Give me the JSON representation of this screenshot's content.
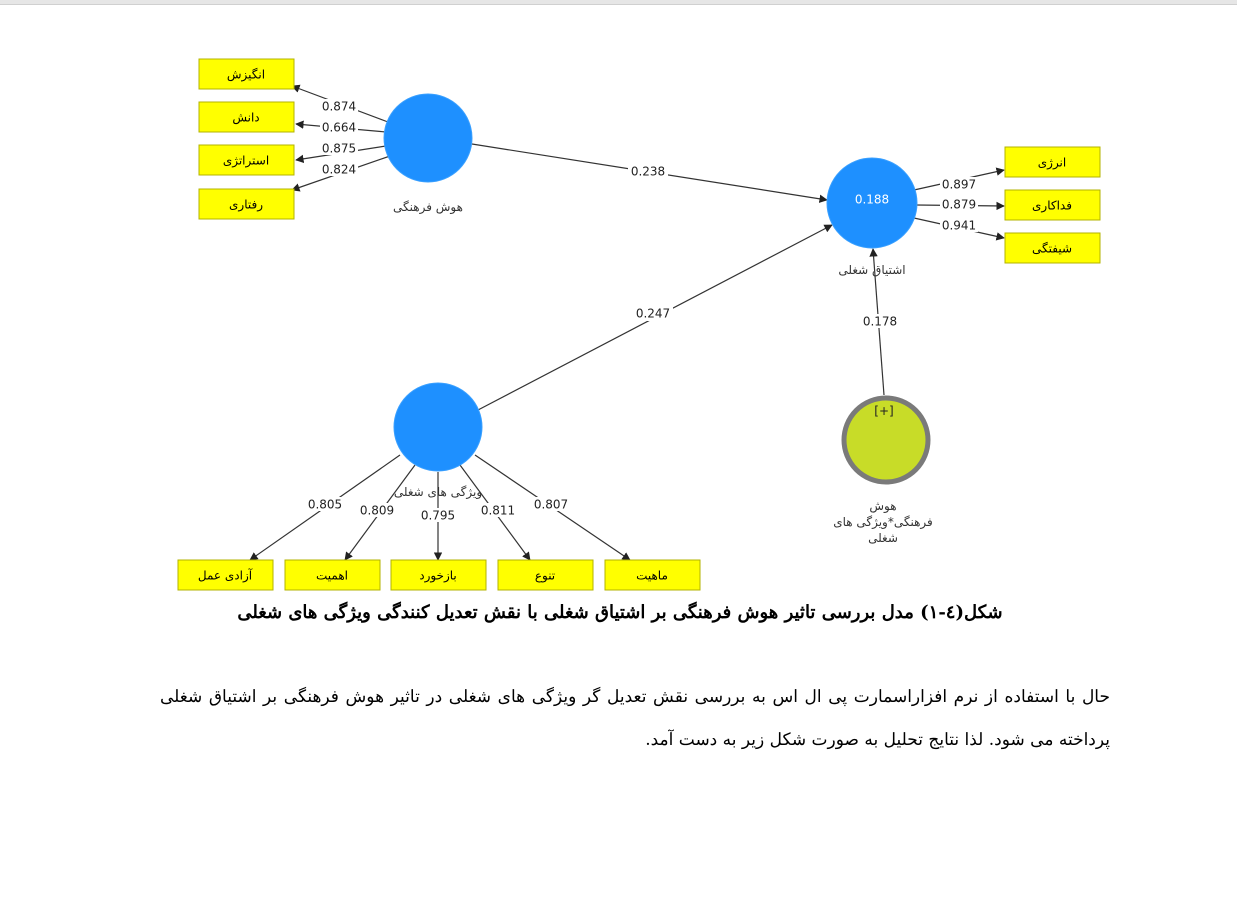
{
  "diagram": {
    "constructs": {
      "cultural_intelligence": {
        "label": "هوش فرهنگی",
        "color": "#1e90ff"
      },
      "work_engagement": {
        "label": "اشتیاق شغلی",
        "r2": "0.188",
        "color": "#1e90ff"
      },
      "job_characteristics": {
        "label": "ویژگی های شغلی",
        "color": "#1e90ff"
      },
      "interaction": {
        "label_lines": [
          "هوش",
          "فرهنگی*ویژگی های",
          "شغلی"
        ],
        "symbol": "[+]",
        "color": "#c8dc28",
        "ring": "#7a7a7a"
      }
    },
    "indicators": {
      "cultural_intelligence": [
        {
          "label": "انگیزش",
          "loading": "0.874"
        },
        {
          "label": "دانش",
          "loading": "0.664"
        },
        {
          "label": "استراتژی",
          "loading": "0.875"
        },
        {
          "label": "رفتاری",
          "loading": "0.824"
        }
      ],
      "work_engagement": [
        {
          "label": "انرژی",
          "loading": "0.897"
        },
        {
          "label": "فداکاری",
          "loading": "0.879"
        },
        {
          "label": "شیفتگی",
          "loading": "0.941"
        }
      ],
      "job_characteristics": [
        {
          "label": "آزادی عمل",
          "loading": "0.805"
        },
        {
          "label": "اهمیت",
          "loading": "0.809"
        },
        {
          "label": "بازخورد",
          "loading": "0.795"
        },
        {
          "label": "تنوع",
          "loading": "0.811"
        },
        {
          "label": "ماهیت",
          "loading": "0.807"
        }
      ]
    },
    "paths": {
      "ci_to_we": "0.238",
      "jc_to_we": "0.247",
      "int_to_we": "0.178"
    },
    "indicator_color": "#ffff00"
  },
  "caption": "شکل(٤-١) مدل بررسی تاثیر هوش فرهنگی بر اشتیاق شغلی با نقش تعدیل کنندگی ویژگی های شغلی",
  "paragraph": "حال با استفاده از نرم افزاراسمارت پی ال اس به بررسی نقش تعدیل گر ویژگی های شغلی در تاثیر هوش فرهنگی بر اشتیاق شغلی پرداخته می شود. لذا نتایج تحلیل به صورت شکل زیر به دست آمد."
}
